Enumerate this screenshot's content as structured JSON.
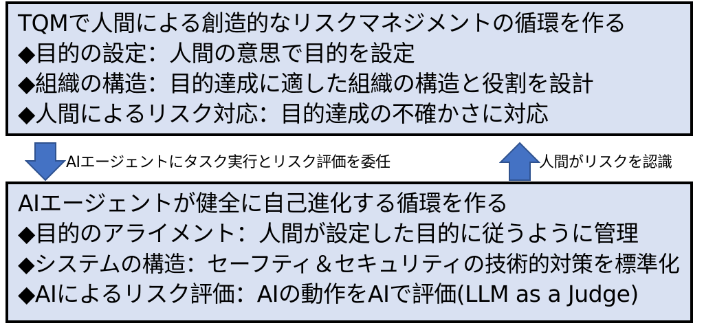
{
  "top_box": {
    "title": "TQMで人間による創造的なリスクマネジメントの循環を作る",
    "items": [
      "◆目的の設定：人間の意思で目的を設定",
      "◆組織の構造：目的達成に適した組織の構造と役割を設計",
      "◆人間によるリスク対応：目的達成の不確かさに対応"
    ]
  },
  "down_arrow": {
    "label": "AIエージェントにタスク実行とリスク評価を委任"
  },
  "up_arrow": {
    "label": "人間がリスクを認識"
  },
  "bottom_box": {
    "title": "AIエージェントが健全に自己進化する循環を作る",
    "items": [
      "◆目的のアライメント：人間が設定した目的に従うように管理",
      "◆システムの構造：セーフティ＆セキュリティの技術的対策を標準化",
      "◆AIによるリスク評価：AIの動作をAIで評価(LLM as a Judge)"
    ]
  },
  "colors": {
    "box_fill": "#d9e1f2",
    "box_border": "#000000",
    "arrow_fill": "#4472c4",
    "arrow_stroke": "#2f528f"
  }
}
